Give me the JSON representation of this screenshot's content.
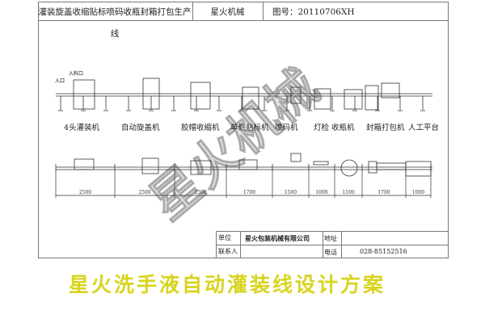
{
  "header": {
    "line_name": "灌装旋盖收缩贴标喷码收瓶封箱打包生产线",
    "company_short": "星火机械",
    "drawing_no": "图号：20110706XH"
  },
  "elevation": {
    "inlet_label": "入口",
    "feed_label": "入料口"
  },
  "machines": [
    {
      "label": "4头灌装机",
      "length": "2500"
    },
    {
      "label": "自动旋盖机",
      "length": "2500"
    },
    {
      "label": "胶帽收缩机",
      "length": "2500"
    },
    {
      "label": "单侧贴标机",
      "length": "1700"
    },
    {
      "label": "喷码机",
      "length": "1500"
    },
    {
      "label": "灯检",
      "length": "1000"
    },
    {
      "label": "收瓶机",
      "length": "1100"
    },
    {
      "label": "封箱打包机",
      "length": "1700"
    },
    {
      "label": "人工平台",
      "length": "1000"
    }
  ],
  "title_block": {
    "unit_label": "单位",
    "unit_value": "星火包装机械有限公司",
    "address_label": "地址",
    "address_value": "",
    "contact_label": "联系人",
    "contact_value": "",
    "phone_label": "电话",
    "phone_value": "028-85152516"
  },
  "watermark": "星火机械",
  "footer_title": "星火洗手液自动灌装线设计方案",
  "colors": {
    "title": "#d8d41e",
    "line": "#333333"
  }
}
